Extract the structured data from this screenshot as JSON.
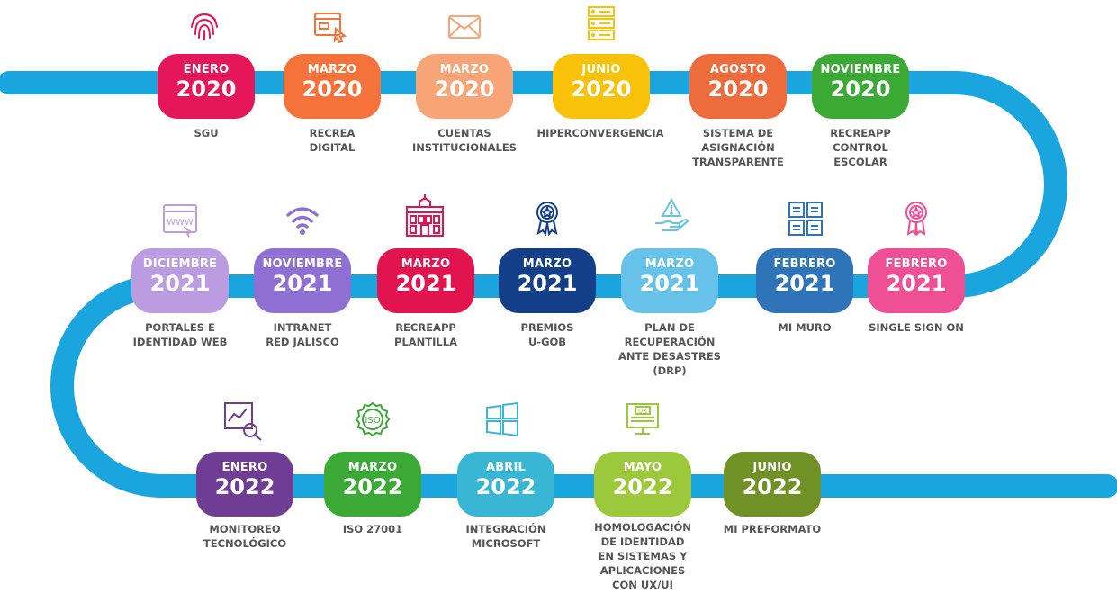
{
  "colors": {
    "road": "#1aa5de",
    "label_text": "#555555"
  },
  "milestones": [
    {
      "month": "ENERO",
      "year": "2020",
      "label": "SGU",
      "color": "#e5175a",
      "icon": "fingerprint-icon",
      "icon_color": "#e5175a"
    },
    {
      "month": "MARZO",
      "year": "2020",
      "label": "RECREA\nDIGITAL",
      "color": "#f5733a",
      "icon": "web-window-cursor-icon",
      "icon_color": "#f5733a"
    },
    {
      "month": "MARZO",
      "year": "2020",
      "label": "CUENTAS\nINSTITUCIONALES",
      "color": "#f7a576",
      "icon": "envelope-icon",
      "icon_color": "#f7a576"
    },
    {
      "month": "JUNIO",
      "year": "2020",
      "label": "HIPERCONVERGENCIA",
      "color": "#f9c20a",
      "icon": "server-rack-icon",
      "icon_color": "#f9c20a"
    },
    {
      "month": "AGOSTO",
      "year": "2020",
      "label": "SISTEMA DE\nASIGNACIÓN\nTRANSPARENTE",
      "color": "#ee6b3c",
      "icon": "",
      "icon_color": ""
    },
    {
      "month": "NOVIEMBRE",
      "year": "2020",
      "label": "RECREAPP\nCONTROL\nESCOLAR",
      "color": "#3aaa35",
      "icon": "",
      "icon_color": ""
    },
    {
      "month": "FEBRERO",
      "year": "2021",
      "label": "SINGLE SIGN ON",
      "color": "#ef4f94",
      "icon": "award-ribbon-icon",
      "icon_color": "#ef4f94"
    },
    {
      "month": "FEBRERO",
      "year": "2021",
      "label": "MI MURO",
      "color": "#2f73b8",
      "icon": "dashboard-panels-icon",
      "icon_color": "#2f73b8"
    },
    {
      "month": "MARZO",
      "year": "2021",
      "label": "PLAN DE\nRECUPERACIÓN\nANTE DESASTRES\n(DRP)",
      "color": "#67c2ea",
      "icon": "hand-warning-icon",
      "icon_color": "#67c2ea"
    },
    {
      "month": "MARZO",
      "year": "2021",
      "label": "PREMIOS\nU-GOB",
      "color": "#123f88",
      "icon": "award-medal-icon",
      "icon_color": "#123f88"
    },
    {
      "month": "MARZO",
      "year": "2021",
      "label": "RECREAPP\nPLANTILLA",
      "color": "#e2144f",
      "icon": "school-building-icon",
      "icon_color": "#e2144f"
    },
    {
      "month": "NOVIEMBRE",
      "year": "2021",
      "label": "INTRANET\nRED JALISCO",
      "color": "#8f6fd1",
      "icon": "wifi-icon",
      "icon_color": "#8f6fd1"
    },
    {
      "month": "DICIEMBRE",
      "year": "2021",
      "label": "PORTALES E\nIDENTIDAD WEB",
      "color": "#bb9ce0",
      "icon": "www-browser-icon",
      "icon_color": "#bb9ce0"
    },
    {
      "month": "ENERO",
      "year": "2022",
      "label": "MONITOREO\nTECNOLÓGICO",
      "color": "#6f3d93",
      "icon": "analytics-magnifier-icon",
      "icon_color": "#6f3d93"
    },
    {
      "month": "MARZO",
      "year": "2022",
      "label": "ISO 27001",
      "color": "#3aa935",
      "icon": "iso-badge-icon",
      "icon_color": "#3aa935"
    },
    {
      "month": "ABRIL",
      "year": "2022",
      "label": "INTEGRACIÓN\nMICROSOFT",
      "color": "#38b6d3",
      "icon": "windows-logo-icon",
      "icon_color": "#38b6d3"
    },
    {
      "month": "MAYO",
      "year": "2022",
      "label": "HOMOLOGACIÓN\nDE IDENTIDAD\nEN SISTEMAS Y\nAPLICACIONES\nCON UX/UI",
      "color": "#9cc83b",
      "icon": "ux-monitor-icon",
      "icon_color": "#9cc83b"
    },
    {
      "month": "JUNIO",
      "year": "2022",
      "label": "MI PREFORMATO",
      "color": "#6f9126",
      "icon": "",
      "icon_color": ""
    }
  ]
}
